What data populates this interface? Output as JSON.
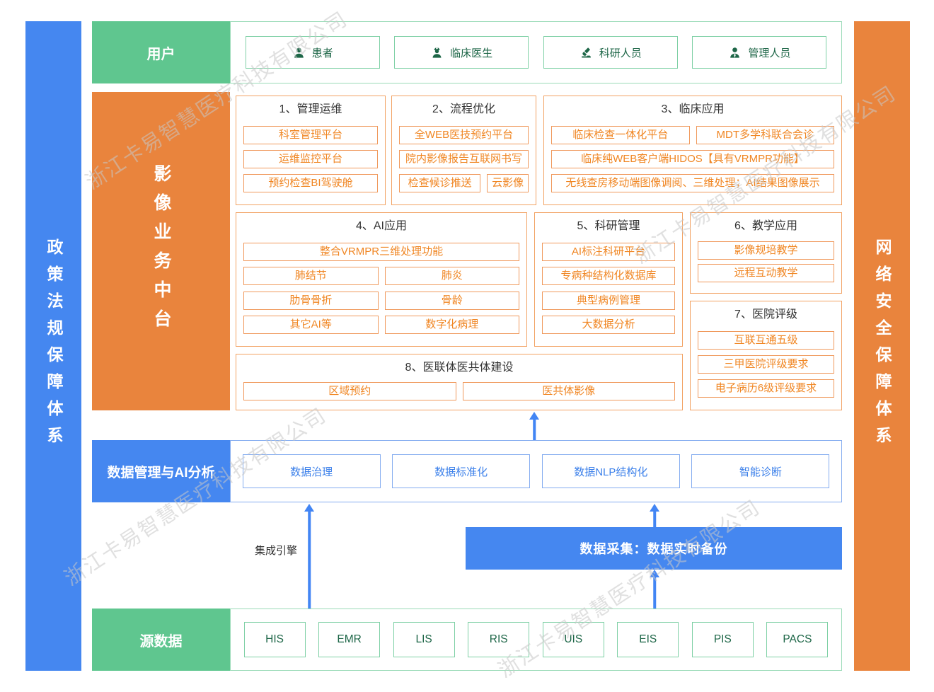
{
  "watermark": {
    "text": "浙江卡易智慧医疗科技有限公司"
  },
  "left_bar": {
    "label": "政策法规保障体系"
  },
  "right_bar": {
    "label": "网络安全保障体系"
  },
  "user_band": {
    "label": "用户",
    "items": [
      {
        "icon": "patient-icon",
        "label": "患者"
      },
      {
        "icon": "doctor-icon",
        "label": "临床医生"
      },
      {
        "icon": "microscope-icon",
        "label": "科研人员"
      },
      {
        "icon": "manager-icon",
        "label": "管理人员"
      }
    ]
  },
  "platform_band": {
    "label": "影像业务中台",
    "sections": [
      {
        "id": 1,
        "title": "1、管理运维",
        "rows": [
          [
            "科室管理平台"
          ],
          [
            "运维监控平台"
          ],
          [
            "预约检查BI驾驶舱"
          ]
        ]
      },
      {
        "id": 2,
        "title": "2、流程优化",
        "rows": [
          [
            "全WEB医技预约平台"
          ],
          [
            "院内影像报告互联网书写"
          ],
          [
            "检查候诊推送",
            "云影像"
          ]
        ]
      },
      {
        "id": 3,
        "title": "3、临床应用",
        "rows": [
          [
            "临床检查一体化平台",
            "MDT多学科联合会诊"
          ],
          [
            "临床纯WEB客户端HIDOS【具有VRMPR功能】"
          ],
          [
            "无线查房移动端图像调阅、三维处理；AI结果图像展示"
          ]
        ]
      },
      {
        "id": 4,
        "title": "4、AI应用",
        "rows": [
          [
            "整合VRMPR三维处理功能"
          ],
          [
            "肺结节",
            "肺炎"
          ],
          [
            "肋骨骨折",
            "骨龄"
          ],
          [
            "其它AI等",
            "数字化病理"
          ]
        ]
      },
      {
        "id": 5,
        "title": "5、科研管理",
        "rows": [
          [
            "AI标注科研平台"
          ],
          [
            "专病种结构化数据库"
          ],
          [
            "典型病例管理"
          ],
          [
            "大数据分析"
          ]
        ]
      },
      {
        "id": 6,
        "title": "6、教学应用",
        "rows": [
          [
            "影像规培教学"
          ],
          [
            "远程互动教学"
          ]
        ]
      },
      {
        "id": 7,
        "title": "7、医院评级",
        "rows": [
          [
            "互联互通五级"
          ],
          [
            "三甲医院评级要求"
          ],
          [
            "电子病历6级评级要求"
          ]
        ]
      },
      {
        "id": 8,
        "title": "8、医联体医共体建设",
        "rows": [
          [
            "区域预约",
            "医共体影像"
          ]
        ]
      }
    ]
  },
  "data_mgmt_band": {
    "label": "数据管理与AI分析",
    "items": [
      "数据治理",
      "数据标准化",
      "数据NLP结构化",
      "智能诊断"
    ]
  },
  "integration_engine": {
    "label": "集成引擎"
  },
  "data_collection": {
    "label": "数据采集：数据实时备份"
  },
  "source_band": {
    "label": "源数据",
    "items": [
      "HIS",
      "EMR",
      "LIS",
      "RIS",
      "UIS",
      "EIS",
      "PIS",
      "PACS"
    ]
  },
  "colors": {
    "green_fill": "#5FC68F",
    "green_border": "#7ED0A5",
    "green_text": "#1D6647",
    "orange_fill": "#E9843D",
    "orange_border": "#F0995C",
    "orange_text": "#F08623",
    "blue_fill": "#4587F0",
    "blue_border": "#84ACF0",
    "blue_text": "#3C80EA",
    "arrow_blue": "#4285F4",
    "title_text": "#333333",
    "watermark_gray": "#C8C8C8"
  }
}
